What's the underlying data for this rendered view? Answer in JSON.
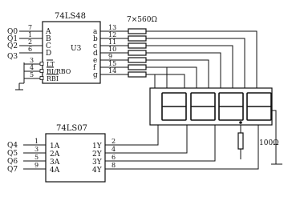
{
  "chips": {
    "decoder": {
      "name": "74LS48",
      "ref": "U3"
    },
    "driver": {
      "name": "74LS07"
    }
  },
  "decoder_inputs": [
    {
      "net": "Q0",
      "pin": "7",
      "port": "A"
    },
    {
      "net": "Q1",
      "pin": "1",
      "port": "B"
    },
    {
      "net": "Q2",
      "pin": "2",
      "port": "C"
    },
    {
      "net": "Q3",
      "pin": "6",
      "port": "D"
    }
  ],
  "decoder_controls": [
    {
      "pin": "3",
      "port": "LT"
    },
    {
      "pin": "4",
      "port": "BI/RBO"
    },
    {
      "pin": "5",
      "port": "RBI"
    }
  ],
  "decoder_outputs": [
    {
      "port": "a",
      "pin": "13"
    },
    {
      "port": "b",
      "pin": "12"
    },
    {
      "port": "c",
      "pin": "11"
    },
    {
      "port": "d",
      "pin": "10"
    },
    {
      "port": "e",
      "pin": "9"
    },
    {
      "port": "f",
      "pin": "15"
    },
    {
      "port": "g",
      "pin": "14"
    }
  ],
  "resistor_array_label": "7×560Ω",
  "digit_resistor_label": "100Ω",
  "driver_inputs": [
    {
      "net": "Q4",
      "pin": "1",
      "port": "1A"
    },
    {
      "net": "Q5",
      "pin": "3",
      "port": "2A"
    },
    {
      "net": "Q6",
      "pin": "5",
      "port": "3A"
    },
    {
      "net": "Q7",
      "pin": "9",
      "port": "4A"
    }
  ],
  "driver_outputs": [
    {
      "port": "1Y",
      "pin": "2"
    },
    {
      "port": "2Y",
      "pin": "4"
    },
    {
      "port": "3Y",
      "pin": "6"
    },
    {
      "port": "4Y",
      "pin": "8"
    }
  ],
  "display": {
    "digits": 4
  }
}
